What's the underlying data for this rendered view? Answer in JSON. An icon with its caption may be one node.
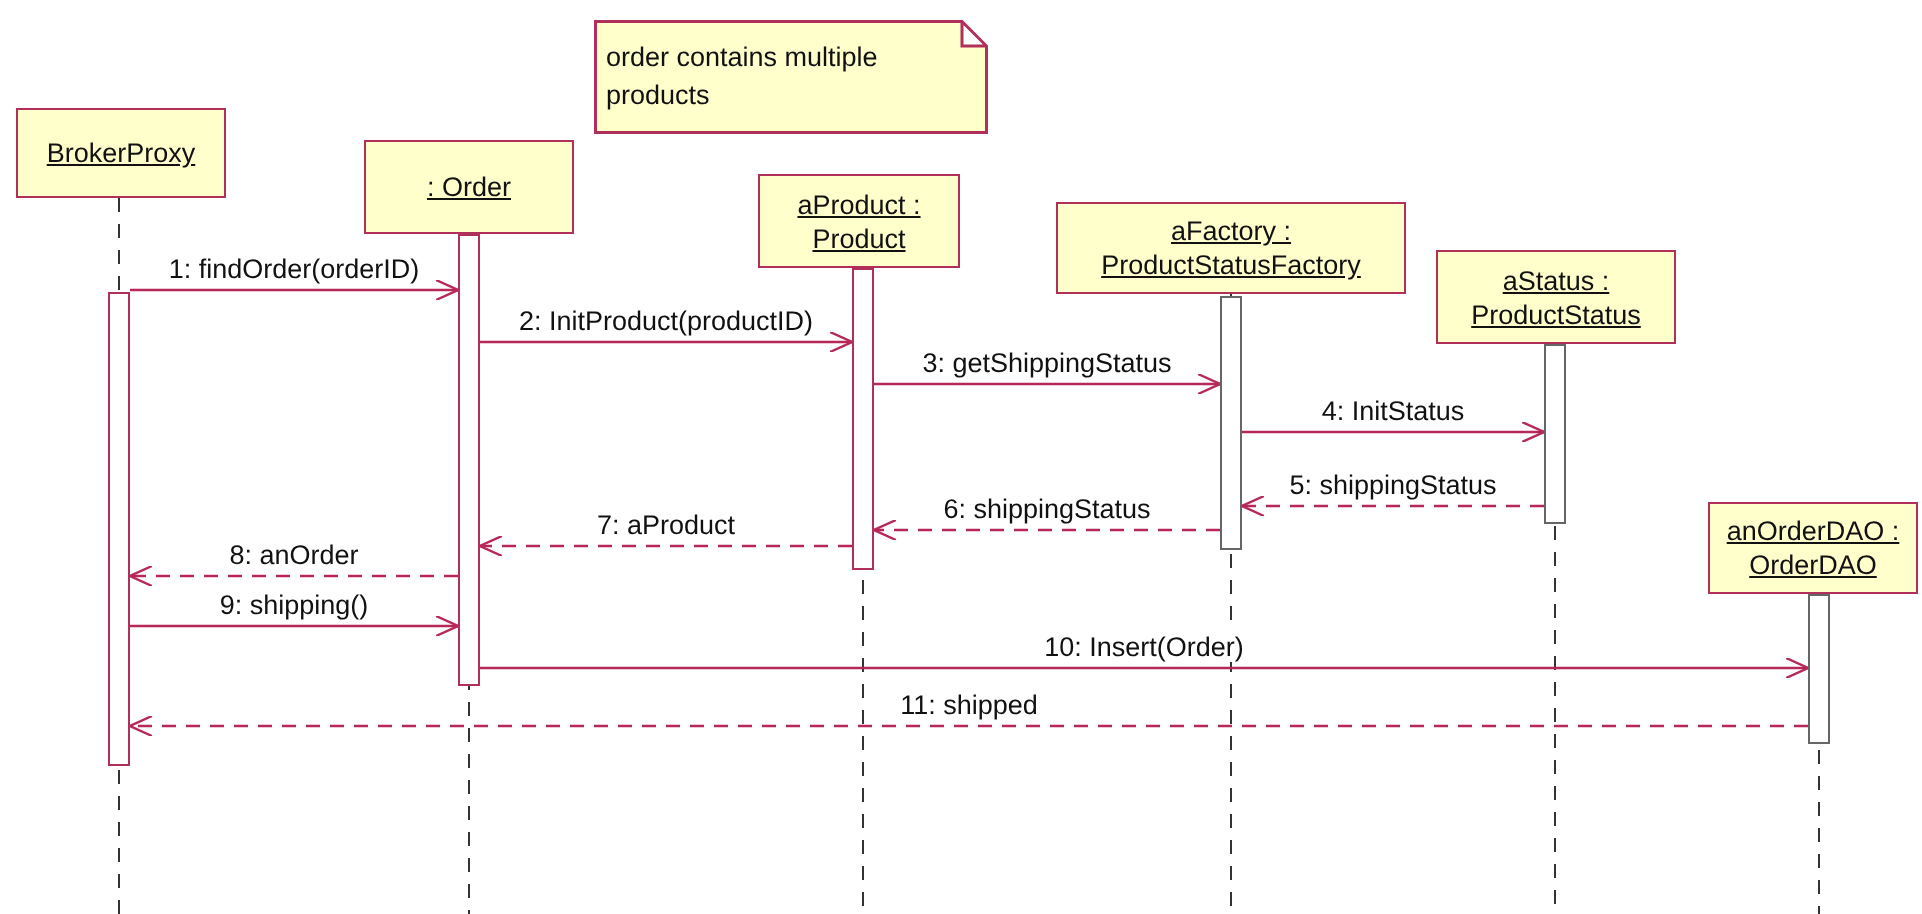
{
  "diagram": {
    "nodes": [
      {
        "text": [
          "BrokerProxy"
        ]
      },
      {
        "text": [
          ": Order"
        ]
      },
      {
        "text": [
          "aProduct : Product"
        ]
      },
      {
        "text": [
          "aFactory : ProductStatusFactory"
        ]
      },
      {
        "text": [
          "aStatus : ProductStatus"
        ]
      },
      {
        "text": [
          "anOrderDAO : OrderDAO"
        ]
      },
      {
        "text": [
          "order contains multiple products"
        ]
      },
      {
        "text": [],
        "shape": "bar"
      },
      {
        "text": [],
        "shape": "bar"
      },
      {
        "text": [],
        "shape": "bar"
      },
      {
        "text": [],
        "shape": "bar"
      },
      {
        "text": [],
        "shape": "bar"
      },
      {
        "text": [],
        "shape": "bar"
      }
    ],
    "edges": [
      {
        "from": 7,
        "to": 8,
        "arrow": "to",
        "label": "1: findOrder(orderID)"
      },
      {
        "from": 8,
        "to": 9,
        "arrow": "to",
        "label": "2: InitProduct(productID)"
      },
      {
        "from": 9,
        "to": 10,
        "arrow": "to",
        "label": "3: getShippingStatus"
      },
      {
        "from": 10,
        "to": 11,
        "arrow": "to",
        "label": "4: InitStatus"
      },
      {
        "from": 11,
        "to": 10,
        "arrow": "to",
        "label": "5: shippingStatus",
        "style": "dashed"
      },
      {
        "from": 10,
        "to": 9,
        "arrow": "to",
        "label": "6: shippingStatus",
        "style": "dashed"
      },
      {
        "from": 9,
        "to": 8,
        "arrow": "to",
        "label": "7: aProduct",
        "style": "dashed"
      },
      {
        "from": 8,
        "to": 7,
        "arrow": "to",
        "label": "8: anOrder",
        "style": "dashed"
      },
      {
        "from": 7,
        "to": 8,
        "arrow": "to",
        "label": "9: shipping()"
      },
      {
        "from": 8,
        "to": 12,
        "arrow": "to",
        "label": "10: Insert(Order)"
      },
      {
        "from": 12,
        "to": 7,
        "arrow": "to",
        "label": "11: shipped",
        "style": "dashed"
      }
    ]
  }
}
